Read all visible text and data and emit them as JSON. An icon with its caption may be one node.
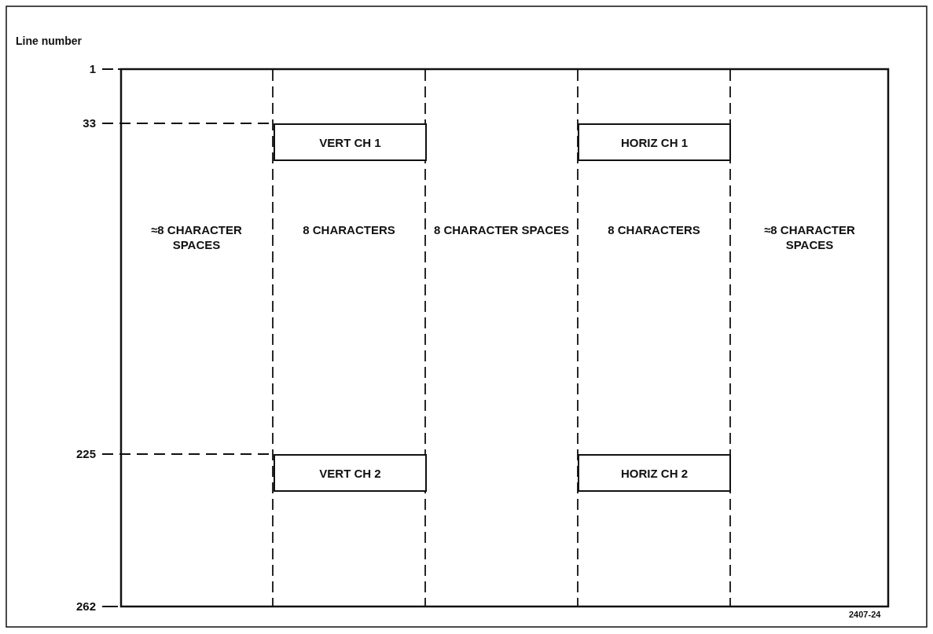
{
  "diagram": {
    "nodes": [
      {
        "text": [
          "VERT CH 1"
        ]
      },
      {
        "text": [
          "HORIZ CH 1"
        ]
      },
      {
        "text": [
          "VERT CH 2"
        ]
      },
      {
        "text": [
          "HORIZ CH 2"
        ]
      }
    ],
    "labels": [
      "Line number",
      "1",
      "33",
      "≈8 CHARACTER SPACES",
      "8 CHARACTERS",
      "8 CHARACTER SPACES",
      "8 CHARACTERS",
      "≈8 CHARACTER SPACES",
      "225",
      "262",
      "2407-24"
    ]
  }
}
